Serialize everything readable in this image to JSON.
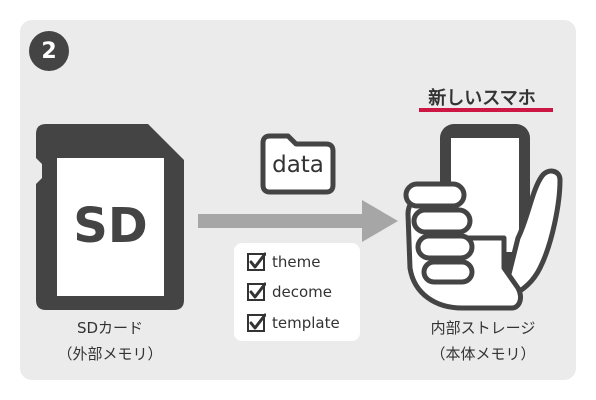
{
  "step": {
    "number": "2"
  },
  "source": {
    "card_label": "SD",
    "caption_line1": "SDカード",
    "caption_line2": "（外部メモリ）"
  },
  "folder": {
    "label": "data"
  },
  "checklist": {
    "items": [
      {
        "label": "theme",
        "checked": true
      },
      {
        "label": "decome",
        "checked": true
      },
      {
        "label": "template",
        "checked": true
      }
    ]
  },
  "destination": {
    "title": "新しいスマホ",
    "caption_line1": "内部ストレージ",
    "caption_line2": "（本体メモリ）"
  },
  "colors": {
    "panel": "#ebebeb",
    "dark": "#444444",
    "arrow": "#a6a6a6",
    "accent_underline": "#cc1745"
  }
}
